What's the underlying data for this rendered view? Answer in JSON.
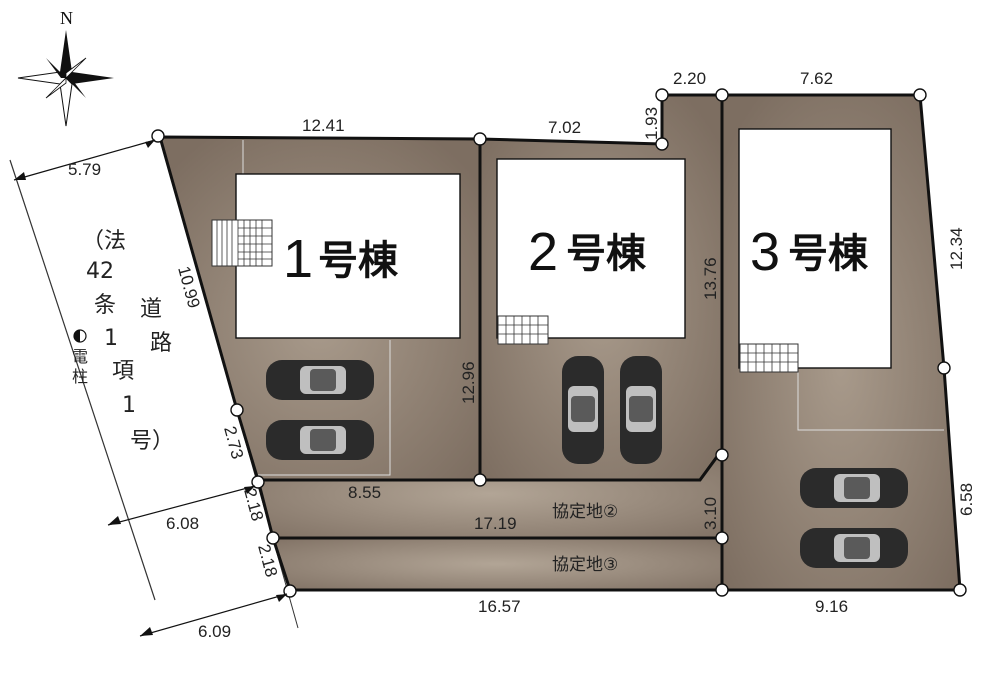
{
  "compass": {
    "north_label": "N"
  },
  "road": {
    "label": [
      "（法",
      "42",
      "条",
      "1",
      "項",
      "1",
      "号）",
      "道",
      "路"
    ],
    "pole_label": [
      "電",
      "柱"
    ]
  },
  "lots": [
    {
      "id": "1",
      "label_num": "1",
      "label_text": "号棟"
    },
    {
      "id": "2",
      "label_num": "2",
      "label_text": "号棟"
    },
    {
      "id": "3",
      "label_num": "3",
      "label_text": "号棟"
    }
  ],
  "easements": [
    {
      "label": "協定地②"
    },
    {
      "label": "協定地③"
    }
  ],
  "dimensions": {
    "lot1_top": "12.41",
    "lot2_top": "7.02",
    "notch_v": "1.93",
    "notch_top": "2.20",
    "lot3_top": "7.62",
    "lot3_right": "12.34",
    "lot3_right_lower": "6.58",
    "lot3_bottom": "9.16",
    "lot2_right": "13.76",
    "lot1_right": "12.96",
    "left_upper": "10.99",
    "left_seg1": "2.73",
    "left_seg2": "2.18",
    "left_seg3": "2.18",
    "road_width_top": "5.79",
    "road_width_mid": "6.08",
    "road_width_bottom": "6.09",
    "easement2_bottom": "8.55",
    "easement3_top": "17.19",
    "easement_gap": "3.10",
    "bottom_total": "16.57"
  },
  "colors": {
    "lot_fill": "#8a7b6d",
    "lot_fill_light": "#a09283",
    "outline": "#111111",
    "building_fill": "#ffffff"
  }
}
